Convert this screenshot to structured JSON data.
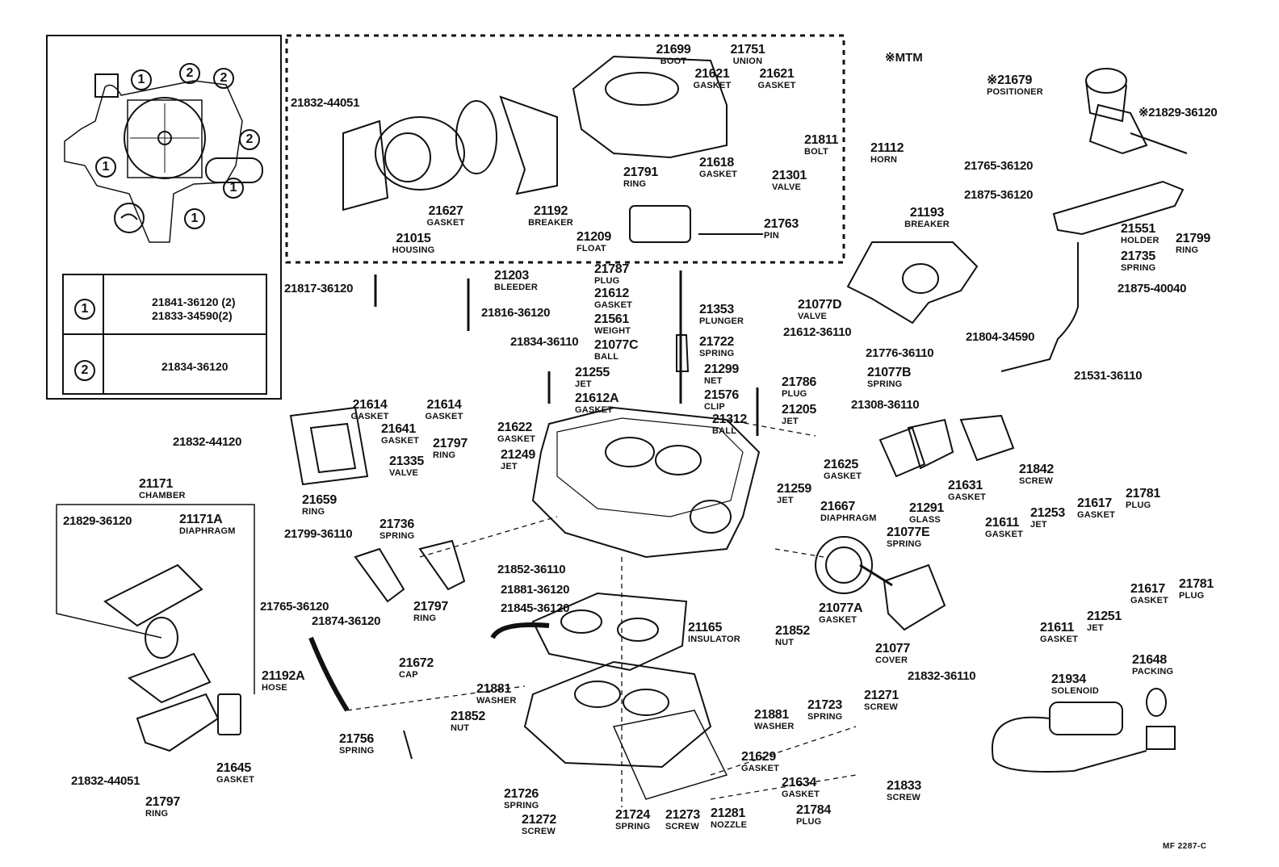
{
  "variant_note": "※MTM",
  "figure_code": "MF 2287-C",
  "key": {
    "circle_1": "1",
    "circle_2": "2",
    "row1_line1": "21841-36120 (2)",
    "row1_line2": "21833-34590(2)",
    "row2_line1": "21834-36120"
  },
  "labels": [
    {
      "id": "21699",
      "num": "21699",
      "name": "BOOT"
    },
    {
      "id": "21751",
      "num": "21751",
      "name": "UNION"
    },
    {
      "id": "21621a",
      "num": "21621",
      "name": "GASKET"
    },
    {
      "id": "21621b",
      "num": "21621",
      "name": "GASKET"
    },
    {
      "id": "21811",
      "num": "21811",
      "name": "BOLT"
    },
    {
      "id": "21112",
      "num": "21112",
      "name": "HORN"
    },
    {
      "id": "21618",
      "num": "21618",
      "name": "GASKET"
    },
    {
      "id": "21301",
      "num": "21301",
      "name": "VALVE"
    },
    {
      "id": "21791",
      "num": "21791",
      "name": "RING"
    },
    {
      "id": "21627",
      "num": "21627",
      "name": "GASKET"
    },
    {
      "id": "21192",
      "num": "21192",
      "name": "BREAKER"
    },
    {
      "id": "21015",
      "num": "21015",
      "name": "HOUSING"
    },
    {
      "id": "21209",
      "num": "21209",
      "name": "FLOAT"
    },
    {
      "id": "21763",
      "num": "21763",
      "name": "PIN"
    },
    {
      "id": "21832-44051a",
      "num": "21832-44051",
      "name": ""
    },
    {
      "id": "21679",
      "num": "※21679",
      "name": "POSITIONER"
    },
    {
      "id": "21829-36120a",
      "num": "※21829-36120",
      "name": ""
    },
    {
      "id": "21765-36120a",
      "num": "21765-36120",
      "name": ""
    },
    {
      "id": "21875-36120",
      "num": "21875-36120",
      "name": ""
    },
    {
      "id": "21193",
      "num": "21193",
      "name": "BREAKER"
    },
    {
      "id": "21551",
      "num": "21551",
      "name": "HOLDER"
    },
    {
      "id": "21799",
      "num": "21799",
      "name": "RING"
    },
    {
      "id": "21735",
      "num": "21735",
      "name": "SPRING"
    },
    {
      "id": "21875-40040",
      "num": "21875-40040",
      "name": ""
    },
    {
      "id": "21804-34590",
      "num": "21804-34590",
      "name": ""
    },
    {
      "id": "21531-36110",
      "num": "21531-36110",
      "name": ""
    },
    {
      "id": "21817-36120",
      "num": "21817-36120",
      "name": ""
    },
    {
      "id": "21203",
      "num": "21203",
      "name": "BLEEDER"
    },
    {
      "id": "21816-36120",
      "num": "21816-36120",
      "name": ""
    },
    {
      "id": "21787",
      "num": "21787",
      "name": "PLUG"
    },
    {
      "id": "21612",
      "num": "21612",
      "name": "GASKET"
    },
    {
      "id": "21561",
      "num": "21561",
      "name": "WEIGHT"
    },
    {
      "id": "21077C",
      "num": "21077C",
      "name": "BALL"
    },
    {
      "id": "21353",
      "num": "21353",
      "name": "PLUNGER"
    },
    {
      "id": "21722",
      "num": "21722",
      "name": "SPRING"
    },
    {
      "id": "21299",
      "num": "21299",
      "name": "NET"
    },
    {
      "id": "21576",
      "num": "21576",
      "name": "CLIP"
    },
    {
      "id": "21312",
      "num": "21312",
      "name": "BALL"
    },
    {
      "id": "21077D",
      "num": "21077D",
      "name": "VALVE"
    },
    {
      "id": "21612-36110",
      "num": "21612-36110",
      "name": ""
    },
    {
      "id": "21776-36110",
      "num": "21776-36110",
      "name": ""
    },
    {
      "id": "21077B",
      "num": "21077B",
      "name": "SPRING"
    },
    {
      "id": "21786",
      "num": "21786",
      "name": "PLUG"
    },
    {
      "id": "21308-36110",
      "num": "21308-36110",
      "name": ""
    },
    {
      "id": "21205",
      "num": "21205",
      "name": "JET"
    },
    {
      "id": "21834-36110",
      "num": "21834-36110",
      "name": ""
    },
    {
      "id": "21255",
      "num": "21255",
      "name": "JET"
    },
    {
      "id": "21612A",
      "num": "21612A",
      "name": "GASKET"
    },
    {
      "id": "21622",
      "num": "21622",
      "name": "GASKET"
    },
    {
      "id": "21614a",
      "num": "21614",
      "name": "GASKET"
    },
    {
      "id": "21614b",
      "num": "21614",
      "name": "GASKET"
    },
    {
      "id": "21832-44120",
      "num": "21832-44120",
      "name": ""
    },
    {
      "id": "21641",
      "num": "21641",
      "name": "GASKET"
    },
    {
      "id": "21797a",
      "num": "21797",
      "name": "RING"
    },
    {
      "id": "21335",
      "num": "21335",
      "name": "VALVE"
    },
    {
      "id": "21659",
      "num": "21659",
      "name": "RING"
    },
    {
      "id": "21249",
      "num": "21249",
      "name": "JET"
    },
    {
      "id": "21259",
      "num": "21259",
      "name": "JET"
    },
    {
      "id": "21625",
      "num": "21625",
      "name": "GASKET"
    },
    {
      "id": "21631",
      "num": "21631",
      "name": "GASKET"
    },
    {
      "id": "21842",
      "num": "21842",
      "name": "SCREW"
    },
    {
      "id": "21291",
      "num": "21291",
      "name": "GLASS"
    },
    {
      "id": "21667",
      "num": "21667",
      "name": "DIAPHRAGM"
    },
    {
      "id": "21077E",
      "num": "21077E",
      "name": "SPRING"
    },
    {
      "id": "21617a",
      "num": "21617",
      "name": "GASKET"
    },
    {
      "id": "21781a",
      "num": "21781",
      "name": "PLUG"
    },
    {
      "id": "21253",
      "num": "21253",
      "name": "JET"
    },
    {
      "id": "21611a",
      "num": "21611",
      "name": "GASKET"
    },
    {
      "id": "21171",
      "num": "21171",
      "name": "CHAMBER"
    },
    {
      "id": "21829-36120b",
      "num": "21829-36120",
      "name": ""
    },
    {
      "id": "21171A",
      "num": "21171A",
      "name": "DIAPHRAGM"
    },
    {
      "id": "21799-36110",
      "num": "21799-36110",
      "name": ""
    },
    {
      "id": "21736",
      "num": "21736",
      "name": "SPRING"
    },
    {
      "id": "21765-36120b",
      "num": "21765-36120",
      "name": ""
    },
    {
      "id": "21874-36120",
      "num": "21874-36120",
      "name": ""
    },
    {
      "id": "21797b",
      "num": "21797",
      "name": "RING"
    },
    {
      "id": "21852-36110",
      "num": "21852-36110",
      "name": ""
    },
    {
      "id": "21881-36120",
      "num": "21881-36120",
      "name": ""
    },
    {
      "id": "21845-36120",
      "num": "21845-36120",
      "name": ""
    },
    {
      "id": "21165",
      "num": "21165",
      "name": "INSULATOR"
    },
    {
      "id": "21852a",
      "num": "21852",
      "name": "NUT"
    },
    {
      "id": "21077A",
      "num": "21077A",
      "name": "GASKET"
    },
    {
      "id": "21077",
      "num": "21077",
      "name": "COVER"
    },
    {
      "id": "21832-36110",
      "num": "21832-36110",
      "name": ""
    },
    {
      "id": "21611b",
      "num": "21611",
      "name": "GASKET"
    },
    {
      "id": "21251",
      "num": "21251",
      "name": "JET"
    },
    {
      "id": "21617b",
      "num": "21617",
      "name": "GASKET"
    },
    {
      "id": "21781b",
      "num": "21781",
      "name": "PLUG"
    },
    {
      "id": "21648",
      "num": "21648",
      "name": "PACKING"
    },
    {
      "id": "21934",
      "num": "21934",
      "name": "SOLENOID"
    },
    {
      "id": "21192A",
      "num": "21192A",
      "name": "HOSE"
    },
    {
      "id": "21672",
      "num": "21672",
      "name": "CAP"
    },
    {
      "id": "21881a",
      "num": "21881",
      "name": "WASHER"
    },
    {
      "id": "21852b",
      "num": "21852",
      "name": "NUT"
    },
    {
      "id": "21881b",
      "num": "21881",
      "name": "WASHER"
    },
    {
      "id": "21723",
      "num": "21723",
      "name": "SPRING"
    },
    {
      "id": "21271",
      "num": "21271",
      "name": "SCREW"
    },
    {
      "id": "21756",
      "num": "21756",
      "name": "SPRING"
    },
    {
      "id": "21629",
      "num": "21629",
      "name": "GASKET"
    },
    {
      "id": "21634",
      "num": "21634",
      "name": "GASKET"
    },
    {
      "id": "21833",
      "num": "21833",
      "name": "SCREW"
    },
    {
      "id": "21726",
      "num": "21726",
      "name": "SPRING"
    },
    {
      "id": "21272",
      "num": "21272",
      "name": "SCREW"
    },
    {
      "id": "21724",
      "num": "21724",
      "name": "SPRING"
    },
    {
      "id": "21273",
      "num": "21273",
      "name": "SCREW"
    },
    {
      "id": "21281",
      "num": "21281",
      "name": "NOZZLE"
    },
    {
      "id": "21784",
      "num": "21784",
      "name": "PLUG"
    },
    {
      "id": "21832-44051b",
      "num": "21832-44051",
      "name": ""
    },
    {
      "id": "21797c",
      "num": "21797",
      "name": "RING"
    },
    {
      "id": "21645",
      "num": "21645",
      "name": "GASKET"
    }
  ]
}
